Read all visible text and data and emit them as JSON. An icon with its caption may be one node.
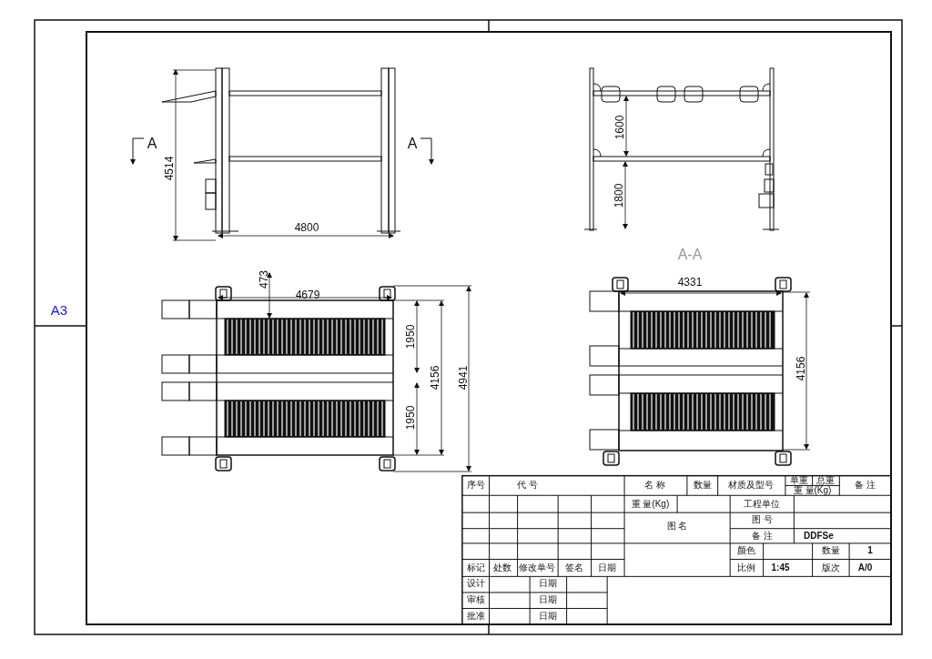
{
  "diagram": {
    "labels": [
      "A3",
      "A",
      "A",
      "4514",
      "4800",
      "1600",
      "1800",
      "A-A",
      "473",
      "4679",
      "1950",
      "4156",
      "4941",
      "1950",
      "4331",
      "4156",
      "序号",
      "代 号",
      "名 称",
      "数量",
      "材质及型号",
      "单重",
      "总重",
      "重 量(Kg)",
      "备 注",
      "重 量(Kg)",
      "工程单位",
      "图 名",
      "图 号",
      "备 注",
      "DDFSe",
      "颜色",
      "数量",
      "1",
      "标记",
      "处数",
      "修改单号",
      "签名",
      "日期",
      "比例",
      "1:45",
      "版次",
      "A/0",
      "设计",
      "日期",
      "审核",
      "日期",
      "批准",
      "日期"
    ]
  }
}
